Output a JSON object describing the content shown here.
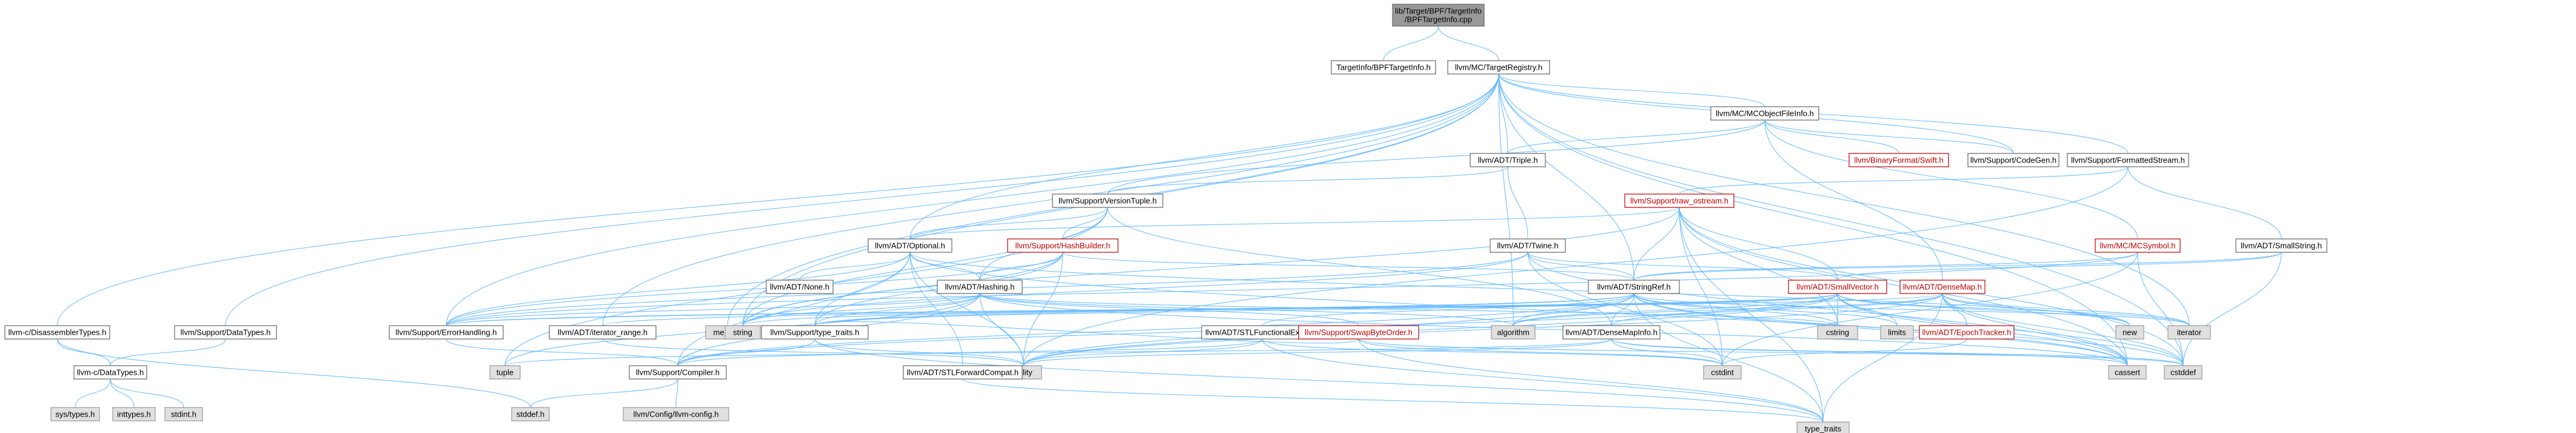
{
  "colors": {
    "edge": "#63b8ff",
    "node_border": "#666666",
    "root_fill": "#999999",
    "system_fill": "#e0e0e0",
    "incomplete_border": "#bf0000"
  },
  "graph": {
    "nodes": [
      {
        "id": "root",
        "label": "lib/Target/BPF/TargetInfo\n/BPFTargetInfo.cpp",
        "kind": "root"
      },
      {
        "id": "ti",
        "label": "TargetInfo/BPFTargetInfo.h",
        "kind": "normal"
      },
      {
        "id": "treg",
        "label": "llvm/MC/TargetRegistry.h",
        "kind": "normal"
      },
      {
        "id": "disas",
        "label": "llvm-c/DisassemblerTypes.h",
        "kind": "normal"
      },
      {
        "id": "cdt",
        "label": "llvm-c/DataTypes.h",
        "kind": "normal"
      },
      {
        "id": "systypes",
        "label": "sys/types.h",
        "kind": "system"
      },
      {
        "id": "inttypes",
        "label": "inttypes.h",
        "kind": "system"
      },
      {
        "id": "stdint",
        "label": "stdint.h",
        "kind": "system"
      },
      {
        "id": "suppdt",
        "label": "llvm/Support/DataTypes.h",
        "kind": "normal"
      },
      {
        "id": "opt",
        "label": "llvm/ADT/Optional.h",
        "kind": "normal"
      },
      {
        "id": "none",
        "label": "llvm/ADT/None.h",
        "kind": "normal"
      },
      {
        "id": "errh",
        "label": "llvm/Support/ErrorHandling.h",
        "kind": "normal"
      },
      {
        "id": "itr",
        "label": "llvm/ADT/iterator_range.h",
        "kind": "normal"
      },
      {
        "id": "memory",
        "label": "memory",
        "kind": "system"
      },
      {
        "id": "tuple",
        "label": "tuple",
        "kind": "system"
      },
      {
        "id": "hashing",
        "label": "llvm/ADT/Hashing.h",
        "kind": "normal"
      },
      {
        "id": "tt",
        "label": "llvm/Support/type_traits.h",
        "kind": "normal"
      },
      {
        "id": "compiler",
        "label": "llvm/Support/Compiler.h",
        "kind": "normal"
      },
      {
        "id": "stddefh",
        "label": "stddef.h",
        "kind": "system"
      },
      {
        "id": "llvmconfig",
        "label": "llvm/Config/llvm-config.h",
        "kind": "system"
      },
      {
        "id": "string",
        "label": "string",
        "kind": "system"
      },
      {
        "id": "utility",
        "label": "utility",
        "kind": "system"
      },
      {
        "id": "vt",
        "label": "llvm/Support/VersionTuple.h",
        "kind": "normal"
      },
      {
        "id": "hb",
        "label": "llvm/Support/HashBuilder.h",
        "kind": "incomplete"
      },
      {
        "id": "triple",
        "label": "llvm/ADT/Triple.h",
        "kind": "normal"
      },
      {
        "id": "twine",
        "label": "llvm/ADT/Twine.h",
        "kind": "normal"
      },
      {
        "id": "sref",
        "label": "llvm/ADT/StringRef.h",
        "kind": "normal"
      },
      {
        "id": "algorithm",
        "label": "algorithm",
        "kind": "system"
      },
      {
        "id": "cstring",
        "label": "cstring",
        "kind": "system"
      },
      {
        "id": "limits",
        "label": "limits",
        "kind": "system"
      },
      {
        "id": "typetraits",
        "label": "type_traits",
        "kind": "system"
      },
      {
        "id": "cstddef",
        "label": "cstddef",
        "kind": "system"
      },
      {
        "id": "cstdint",
        "label": "cstdint",
        "kind": "system"
      },
      {
        "id": "cassert",
        "label": "cassert",
        "kind": "system"
      },
      {
        "id": "new",
        "label": "new",
        "kind": "system"
      },
      {
        "id": "iterator",
        "label": "iterator",
        "kind": "system"
      },
      {
        "id": "stlfe",
        "label": "llvm/ADT/STLFunctionalExtras.h",
        "kind": "normal"
      },
      {
        "id": "stlfc",
        "label": "llvm/ADT/STLForwardCompat.h",
        "kind": "normal"
      },
      {
        "id": "sbo",
        "label": "llvm/Support/SwapByteOrder.h",
        "kind": "incomplete"
      },
      {
        "id": "dmi",
        "label": "llvm/ADT/DenseMapInfo.h",
        "kind": "normal"
      },
      {
        "id": "svec",
        "label": "llvm/ADT/SmallVector.h",
        "kind": "incomplete"
      },
      {
        "id": "dmap",
        "label": "llvm/ADT/DenseMap.h",
        "kind": "incomplete"
      },
      {
        "id": "epoch",
        "label": "llvm/ADT/EpochTracker.h",
        "kind": "incomplete"
      },
      {
        "id": "mcoff",
        "label": "llvm/MC/MCObjectFileInfo.h",
        "kind": "normal"
      },
      {
        "id": "bfswift",
        "label": "llvm/BinaryFormat/Swift.h",
        "kind": "incomplete"
      },
      {
        "id": "codegen",
        "label": "llvm/Support/CodeGen.h",
        "kind": "normal"
      },
      {
        "id": "fstream",
        "label": "llvm/Support/FormattedStream.h",
        "kind": "normal"
      },
      {
        "id": "rawos",
        "label": "llvm/Support/raw_ostream.h",
        "kind": "incomplete"
      },
      {
        "id": "mcsym",
        "label": "llvm/MC/MCSymbol.h",
        "kind": "incomplete"
      },
      {
        "id": "sstr",
        "label": "llvm/ADT/SmallString.h",
        "kind": "normal"
      }
    ],
    "edges": [
      [
        "root",
        "ti"
      ],
      [
        "root",
        "treg"
      ],
      [
        "treg",
        "disas"
      ],
      [
        "treg",
        "opt"
      ],
      [
        "treg",
        "sref"
      ],
      [
        "treg",
        "triple"
      ],
      [
        "treg",
        "mcoff"
      ],
      [
        "treg",
        "codegen"
      ],
      [
        "treg",
        "fstream"
      ],
      [
        "treg",
        "errh"
      ],
      [
        "treg",
        "itr"
      ],
      [
        "treg",
        "memory"
      ],
      [
        "treg",
        "string"
      ],
      [
        "treg",
        "algorithm"
      ],
      [
        "treg",
        "cassert"
      ],
      [
        "treg",
        "cstddef"
      ],
      [
        "treg",
        "iterator"
      ],
      [
        "treg",
        "suppdt"
      ],
      [
        "disas",
        "cdt"
      ],
      [
        "disas",
        "stddefh"
      ],
      [
        "cdt",
        "systypes"
      ],
      [
        "cdt",
        "inttypes"
      ],
      [
        "cdt",
        "stdint"
      ],
      [
        "suppdt",
        "cdt"
      ],
      [
        "opt",
        "none"
      ],
      [
        "opt",
        "hashing"
      ],
      [
        "opt",
        "tt"
      ],
      [
        "opt",
        "compiler"
      ],
      [
        "opt",
        "stlfc"
      ],
      [
        "opt",
        "cassert"
      ],
      [
        "opt",
        "new"
      ],
      [
        "opt",
        "utility"
      ],
      [
        "opt",
        "errh"
      ],
      [
        "hashing",
        "errh"
      ],
      [
        "hashing",
        "tt"
      ],
      [
        "hashing",
        "sbo"
      ],
      [
        "hashing",
        "algorithm"
      ],
      [
        "hashing",
        "cassert"
      ],
      [
        "hashing",
        "cstring"
      ],
      [
        "hashing",
        "string"
      ],
      [
        "hashing",
        "tuple"
      ],
      [
        "hashing",
        "utility"
      ],
      [
        "hashing",
        "compiler"
      ],
      [
        "errh",
        "compiler"
      ],
      [
        "tt",
        "compiler"
      ],
      [
        "tt",
        "typetraits"
      ],
      [
        "tt",
        "utility"
      ],
      [
        "compiler",
        "stddefh"
      ],
      [
        "compiler",
        "llvmconfig"
      ],
      [
        "itr",
        "utility"
      ],
      [
        "vt",
        "opt"
      ],
      [
        "vt",
        "hashing"
      ],
      [
        "vt",
        "hb"
      ],
      [
        "vt",
        "dmi"
      ],
      [
        "vt",
        "string"
      ],
      [
        "vt",
        "tuple"
      ],
      [
        "hb",
        "hashing"
      ],
      [
        "hb",
        "sref"
      ],
      [
        "hb",
        "tt"
      ],
      [
        "hb",
        "string"
      ],
      [
        "hb",
        "utility"
      ],
      [
        "hb",
        "errh"
      ],
      [
        "triple",
        "twine"
      ],
      [
        "triple",
        "vt"
      ],
      [
        "twine",
        "sref"
      ],
      [
        "twine",
        "svec"
      ],
      [
        "twine",
        "errh"
      ],
      [
        "twine",
        "cassert"
      ],
      [
        "twine",
        "cstdint"
      ],
      [
        "twine",
        "string"
      ],
      [
        "sref",
        "stlfe"
      ],
      [
        "sref",
        "dmi"
      ],
      [
        "sref",
        "compiler"
      ],
      [
        "sref",
        "algorithm"
      ],
      [
        "sref",
        "cassert"
      ],
      [
        "sref",
        "cstddef"
      ],
      [
        "sref",
        "cstring"
      ],
      [
        "sref",
        "limits"
      ],
      [
        "sref",
        "string"
      ],
      [
        "sref",
        "typetraits"
      ],
      [
        "sref",
        "utility"
      ],
      [
        "sref",
        "iterator"
      ],
      [
        "sref",
        "tt"
      ],
      [
        "stlfe",
        "compiler"
      ],
      [
        "stlfe",
        "cstdint"
      ],
      [
        "stlfe",
        "typetraits"
      ],
      [
        "stlfe",
        "utility"
      ],
      [
        "stlfc",
        "typetraits"
      ],
      [
        "sbo",
        "tt"
      ],
      [
        "sbo",
        "cstddef"
      ],
      [
        "sbo",
        "cstdint"
      ],
      [
        "sbo",
        "typetraits"
      ],
      [
        "dmi",
        "cassert"
      ],
      [
        "dmi",
        "cstddef"
      ],
      [
        "dmi",
        "cstdint"
      ],
      [
        "dmi",
        "tuple"
      ],
      [
        "dmi",
        "utility"
      ],
      [
        "svec",
        "compiler"
      ],
      [
        "svec",
        "tt"
      ],
      [
        "svec",
        "algorithm"
      ],
      [
        "svec",
        "cassert"
      ],
      [
        "svec",
        "cstddef"
      ],
      [
        "svec",
        "cstring"
      ],
      [
        "svec",
        "limits"
      ],
      [
        "svec",
        "new"
      ],
      [
        "svec",
        "utility"
      ],
      [
        "svec",
        "iterator"
      ],
      [
        "svec",
        "errh"
      ],
      [
        "svec",
        "itr"
      ],
      [
        "dmap",
        "dmi"
      ],
      [
        "dmap",
        "epoch"
      ],
      [
        "dmap",
        "algorithm"
      ],
      [
        "dmap",
        "cassert"
      ],
      [
        "dmap",
        "cstddef"
      ],
      [
        "dmap",
        "new"
      ],
      [
        "dmap",
        "utility"
      ],
      [
        "dmap",
        "iterator"
      ],
      [
        "dmap",
        "errh"
      ],
      [
        "dmap",
        "typetraits"
      ],
      [
        "epoch",
        "cstdint"
      ],
      [
        "mcoff",
        "triple"
      ],
      [
        "mcoff",
        "vt"
      ],
      [
        "mcoff",
        "bfswift"
      ],
      [
        "mcoff",
        "codegen"
      ],
      [
        "mcoff",
        "dmap"
      ],
      [
        "mcoff",
        "mcsym"
      ],
      [
        "fstream",
        "rawos"
      ],
      [
        "fstream",
        "sstr"
      ],
      [
        "fstream",
        "utility"
      ],
      [
        "rawos",
        "sref"
      ],
      [
        "rawos",
        "opt"
      ],
      [
        "rawos",
        "svec"
      ],
      [
        "rawos",
        "cassert"
      ],
      [
        "rawos",
        "cstddef"
      ],
      [
        "rawos",
        "cstdint"
      ],
      [
        "rawos",
        "cstring"
      ],
      [
        "rawos",
        "string"
      ],
      [
        "rawos",
        "typetraits"
      ],
      [
        "mcsym",
        "sref"
      ],
      [
        "mcsym",
        "errh"
      ],
      [
        "mcsym",
        "cstddef"
      ],
      [
        "mcsym",
        "cstdint"
      ],
      [
        "sstr",
        "svec"
      ],
      [
        "sstr",
        "sref"
      ],
      [
        "sstr",
        "cstddef"
      ]
    ]
  }
}
